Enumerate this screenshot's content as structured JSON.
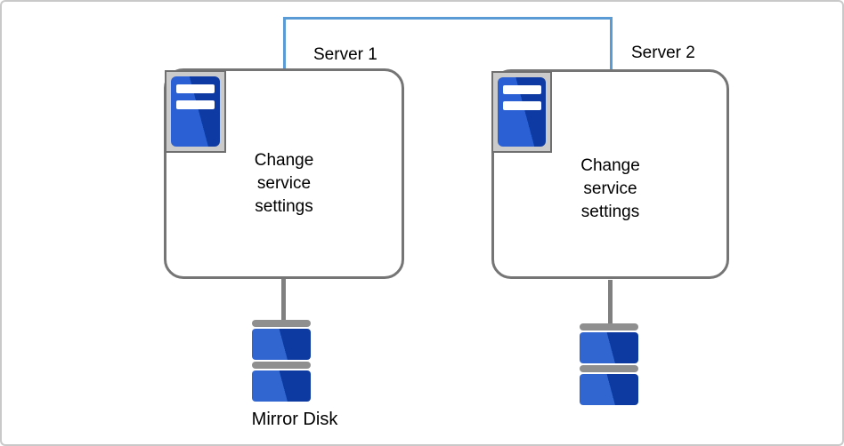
{
  "server1": {
    "label": "Server 1",
    "body": "Change\nservice\nsettings"
  },
  "server2": {
    "label": "Server 2",
    "body": "Change\nservice\nsettings"
  },
  "disks": {
    "label": "Mirror Disk"
  },
  "colors": {
    "link_blue": "#5b9bd5",
    "border_gray": "#757575",
    "frame_gray": "#c9c9c9",
    "line_gray": "#808080",
    "hardware_gray": "#8f8f8f",
    "icon_bg_gray": "#cbcbcb",
    "icon_border_gray": "#6f6f6f",
    "icon_blue_light": "#2b60d4",
    "icon_blue_dark": "#0d3ba3",
    "disk_blue_light": "#3166d0",
    "disk_blue_dark": "#0c3aa0"
  }
}
